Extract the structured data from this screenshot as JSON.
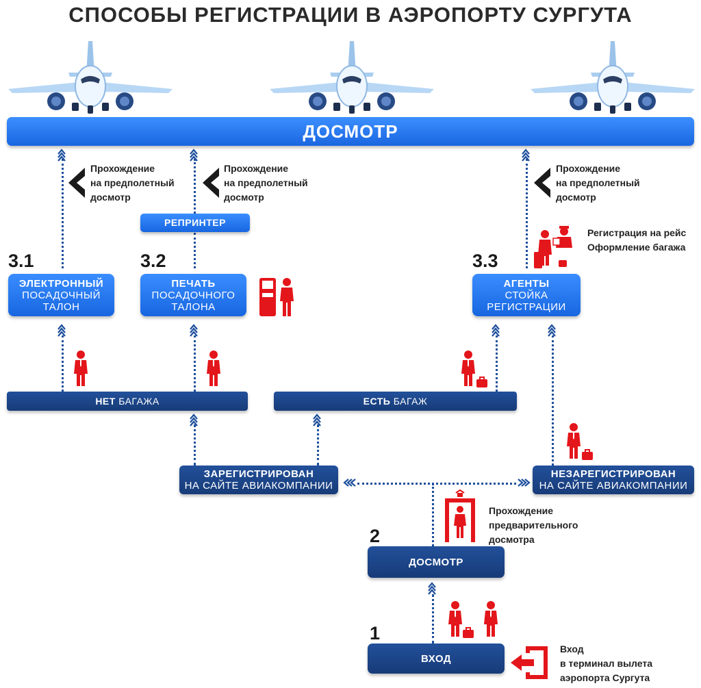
{
  "title": "СПОСОБЫ РЕГИСТРАЦИИ В АЭРОПОРТУ СУРГУТА",
  "banner": "ДОСМОТР",
  "pass_notes": {
    "left": {
      "l1": "Прохождение",
      "l2": "на предполетный",
      "l3": "досмотр"
    },
    "mid": {
      "l1": "Прохождение",
      "l2": "на предполетный",
      "l3": "досмотр"
    },
    "right": {
      "l1": "Прохождение",
      "l2": "на предполетный",
      "l3": "досмотр"
    }
  },
  "reprinter": "РЕПРИНТЕР",
  "options": [
    {
      "num": "3.1",
      "l1": "ЭЛЕКТРОННЫЙ",
      "l2": "ПОСАДОЧНЫЙ",
      "l3": "ТАЛОН"
    },
    {
      "num": "3.2",
      "l1": "ПЕЧАТЬ",
      "l2": "ПОСАДОЧНОГО",
      "l3": "ТАЛОНА"
    },
    {
      "num": "3.3",
      "l1": "АГЕНТЫ",
      "l2": "СТОЙКА",
      "l3": "РЕГИСТРАЦИИ"
    }
  ],
  "agent_note": {
    "l1": "Регистрация на рейс",
    "l2": "Оформление багажа"
  },
  "no_baggage": {
    "strong": "НЕТ",
    "rest": " БАГАЖА"
  },
  "has_baggage": {
    "strong": "ЕСТЬ",
    "rest": " БАГАЖ"
  },
  "registered": {
    "l1": "ЗАРЕГИСТРИРОВАН",
    "l2": "НА САЙТЕ АВИАКОМПАНИИ"
  },
  "unregistered": {
    "l1": "НЕЗАРЕГИСТРИРОВАН",
    "l2": "НА САЙТЕ АВИАКОМПАНИИ"
  },
  "pre_screen_note": {
    "l1": "Прохождение",
    "l2": "предварительного",
    "l3": "досмотра"
  },
  "step2": {
    "num": "2",
    "label": "ДОСМОТР"
  },
  "step1": {
    "num": "1",
    "label": "ВХОД"
  },
  "entrance_note": {
    "l1": "Вход",
    "l2": "в терминал вылета",
    "l3": "аэропорта Сургута"
  },
  "colors": {
    "accent_blue": "#2a7cf5",
    "dark_blue": "#1c4688",
    "red": "#e3161b",
    "arrow": "#1d4f9c"
  },
  "icons": [
    "airplane-icon",
    "up-arrow-icon",
    "left-arrow-icon",
    "person-icon",
    "suitcase-icon",
    "kiosk-icon",
    "agent-icon",
    "metal-detector-icon",
    "exit-door-icon"
  ]
}
